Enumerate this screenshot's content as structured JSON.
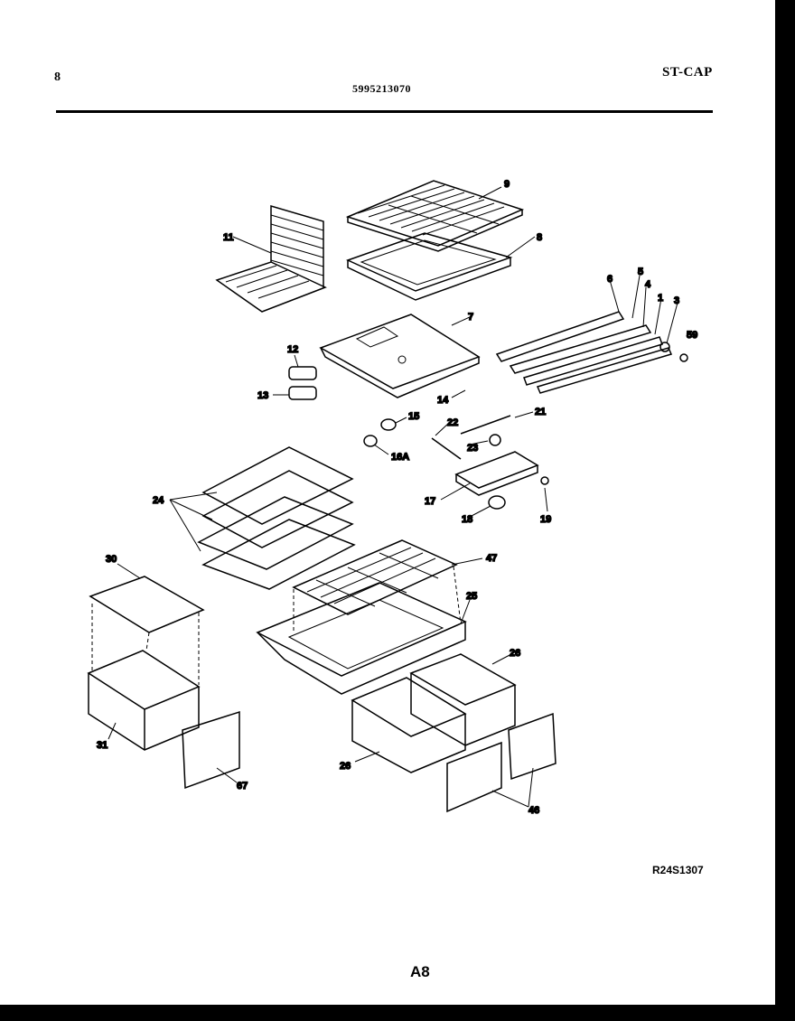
{
  "header": {
    "page_number": "8",
    "model_number": "5995213070",
    "section_code": "ST-CAP"
  },
  "diagram": {
    "callouts": {
      "c1": "1",
      "c3": "3",
      "c4": "4",
      "c5": "5",
      "c6": "6",
      "c7": "7",
      "c8": "8",
      "c9": "9",
      "c11": "11",
      "c12": "12",
      "c13": "13",
      "c14": "14",
      "c15": "15",
      "c16a": "16A",
      "c17": "17",
      "c18": "18",
      "c19": "19",
      "c21": "21",
      "c22": "22",
      "c23": "23",
      "c24": "24",
      "c25": "25",
      "c26a": "26",
      "c26b": "26",
      "c30": "30",
      "c31": "31",
      "c46": "46",
      "c47": "47",
      "c59": "59",
      "c67": "67"
    }
  },
  "footer": {
    "drawing_ref": "R24S1307",
    "page_ref": "A8"
  }
}
